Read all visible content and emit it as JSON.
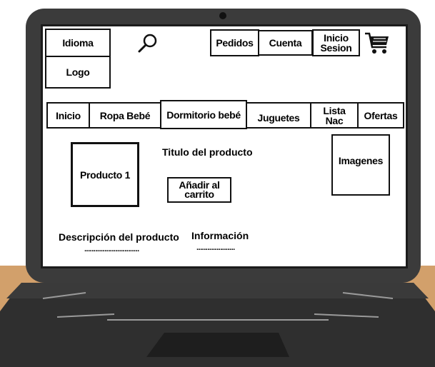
{
  "header": {
    "language_label": "Idioma",
    "logo_label": "Logo",
    "orders_label": "Pedidos",
    "account_label": "Cuenta",
    "login_label_line1": "Inicio",
    "login_label_line2": "Sesion"
  },
  "nav": {
    "items": [
      {
        "label": "Inicio"
      },
      {
        "label": "Ropa Bebé"
      },
      {
        "label": "Dormitorio bebé"
      },
      {
        "label": "Juguetes"
      },
      {
        "label_line1": "Lista",
        "label_line2": "Nac"
      },
      {
        "label": "Ofertas"
      }
    ]
  },
  "product": {
    "image_label": "Producto 1",
    "title": "Titulo del producto",
    "add_to_cart_line1": "Añadir al",
    "add_to_cart_line2": "carrito",
    "images_label": "Imagenes",
    "description_label": "Descripción del producto",
    "description_dots": "..............................",
    "info_label": "Información",
    "info_dots": "....................."
  },
  "icons": {
    "search": "search-icon",
    "cart": "cart-icon"
  },
  "colors": {
    "bezel": "#3b3b3b",
    "desk": "#d2a06b",
    "keyboard": "#2e2e2e"
  }
}
